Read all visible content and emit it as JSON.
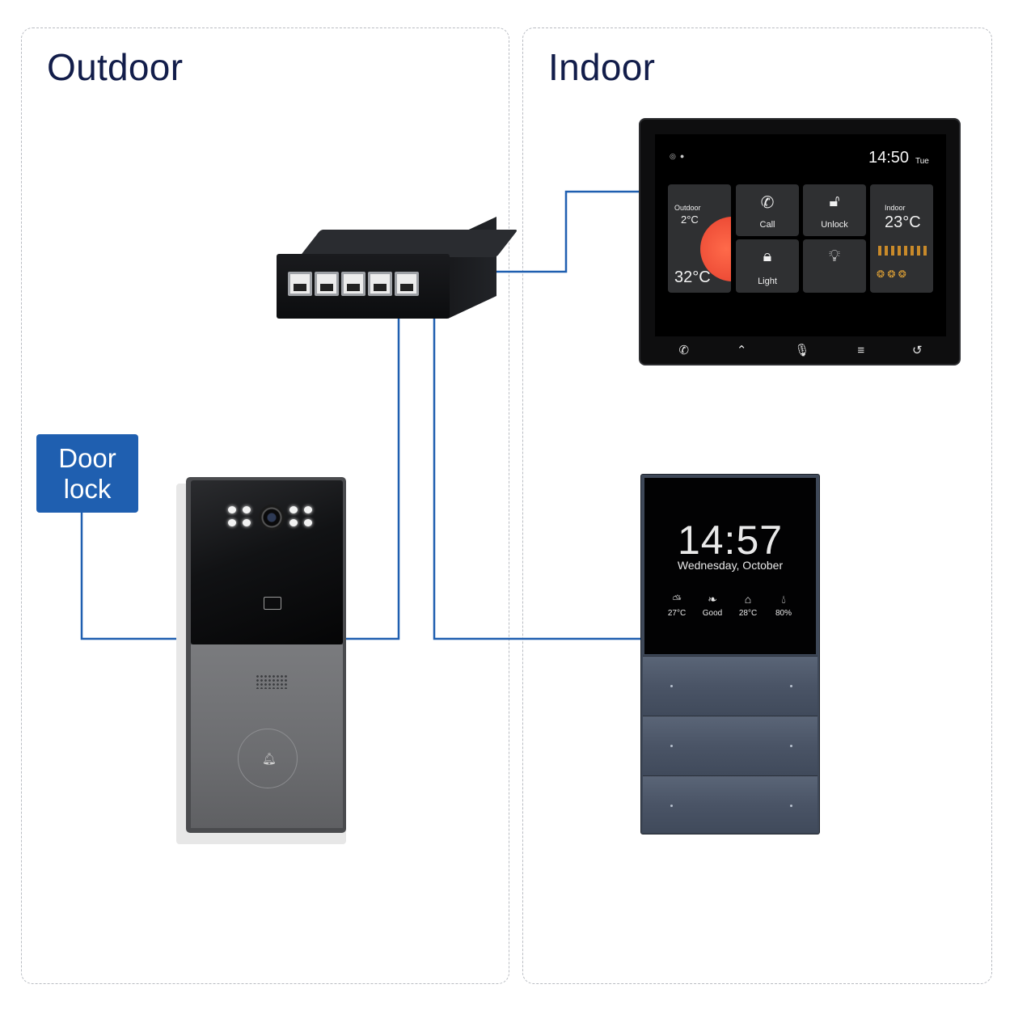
{
  "zones": {
    "outdoor": {
      "title": "Outdoor"
    },
    "indoor": {
      "title": "Indoor"
    }
  },
  "door_lock": {
    "label": "Door lock"
  },
  "colors": {
    "wire": "#1f5fb0",
    "zone_border": "#b9bcc2",
    "title": "#121d4a",
    "door_lock_bg": "#1f5fb0"
  },
  "monitor": {
    "time": "14:50",
    "day": "Tue",
    "tiles": {
      "weather": {
        "label": "Outdoor",
        "temp_low": "2°C",
        "temp_high": "32°C"
      },
      "call": {
        "label": "Call",
        "icon": "phone-ring-icon"
      },
      "unlock": {
        "label": "Unlock",
        "icon": "lock-open-icon"
      },
      "indoor": {
        "label": "Indoor",
        "temp": "23°C"
      },
      "light": {
        "label": "Light",
        "icon": "lock-icon"
      },
      "bulb": {
        "icon": "bulb-icon"
      }
    },
    "nav": [
      "phone-icon",
      "double-chevron-up-icon",
      "mic-icon",
      "menu-icon",
      "back-icon"
    ]
  },
  "panel": {
    "time": "14:57",
    "date": "Wednesday, October",
    "stats": [
      {
        "icon": "cloud-sun-icon",
        "value": "27°C"
      },
      {
        "icon": "leaf-icon",
        "value": "Good"
      },
      {
        "icon": "home-icon",
        "value": "28°C"
      },
      {
        "icon": "humidity-icon",
        "value": "80%"
      }
    ]
  }
}
